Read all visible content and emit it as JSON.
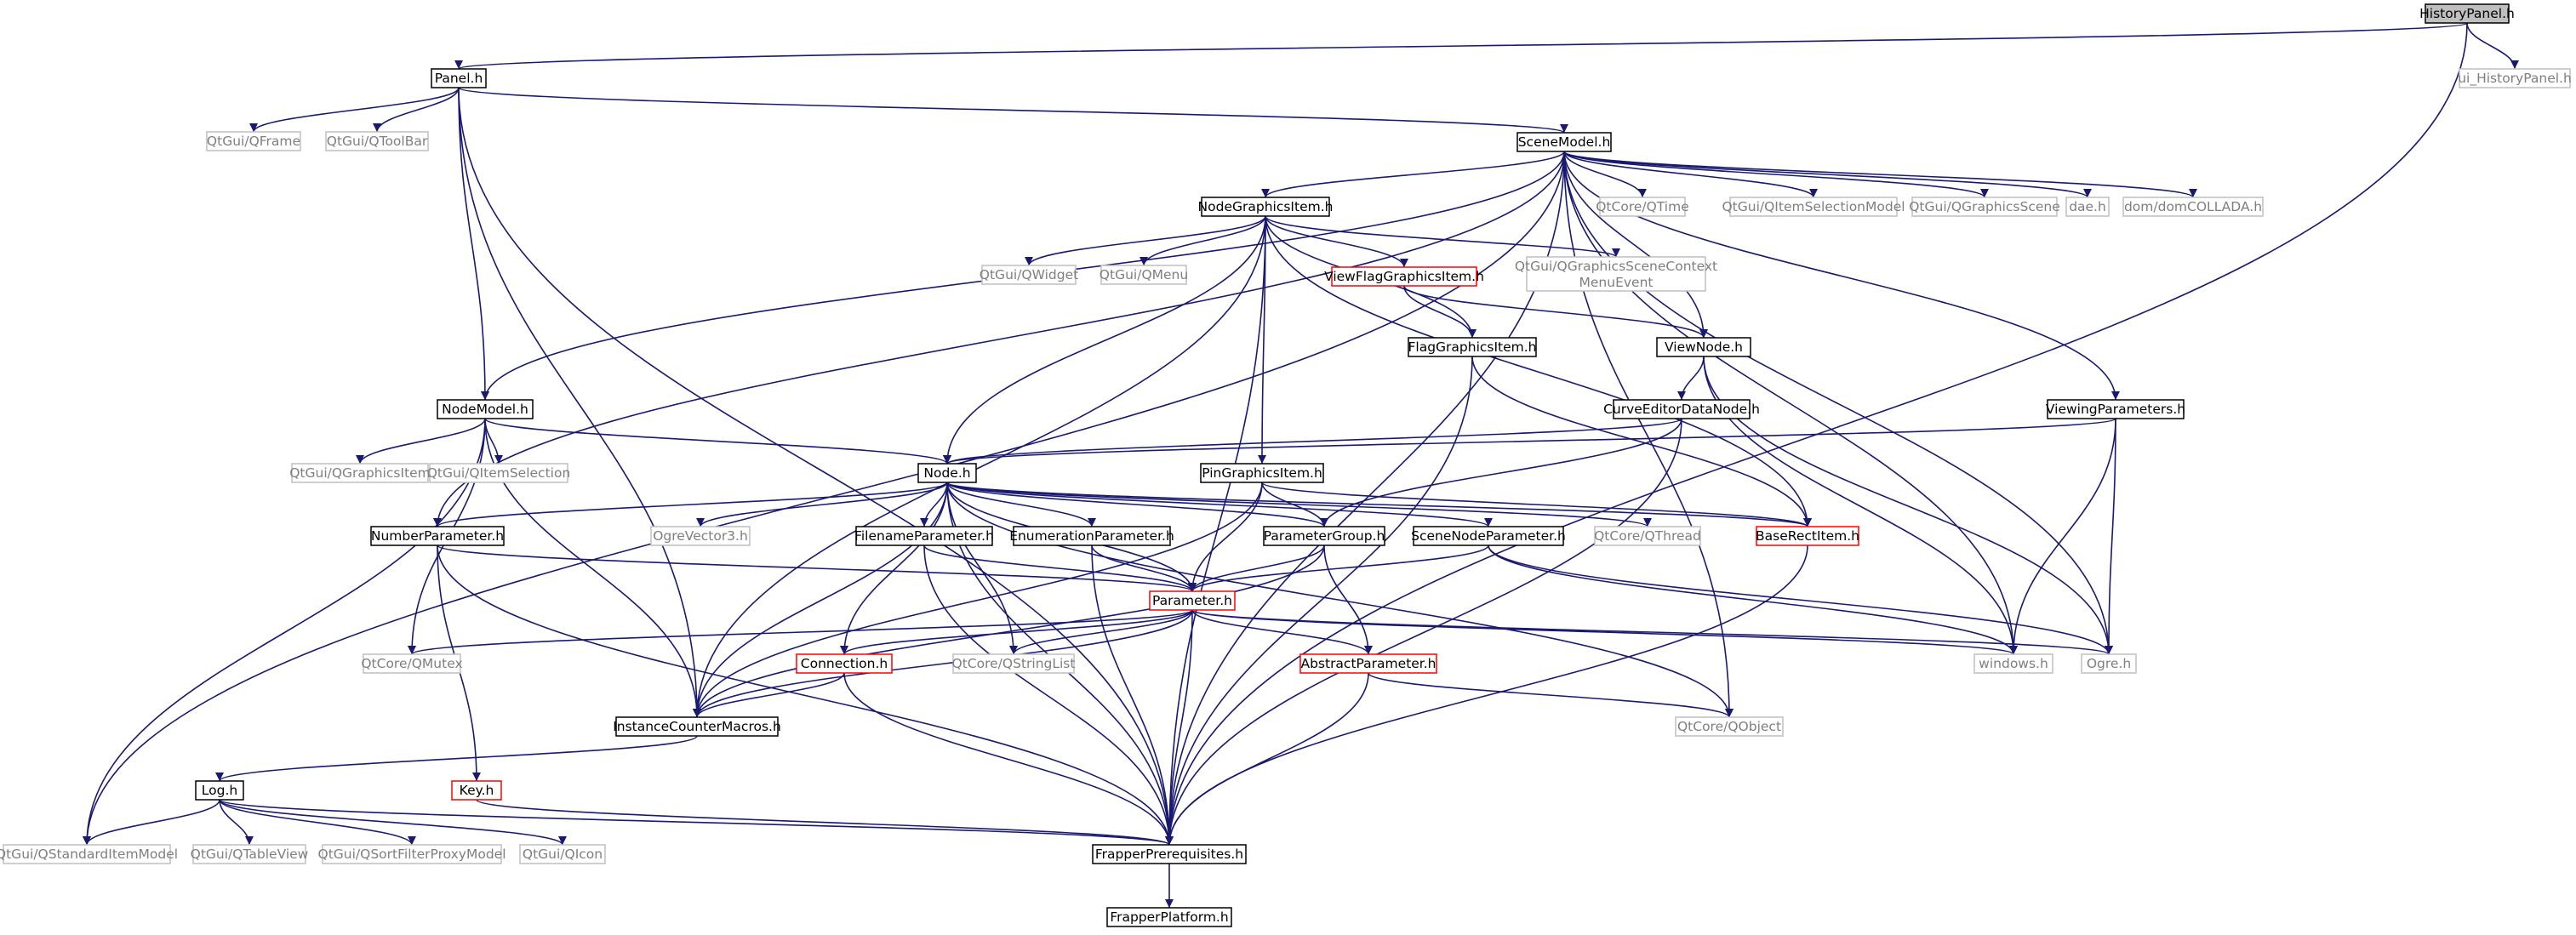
{
  "colors": {
    "edge": "#191970",
    "border_default": "#000000",
    "border_external": "#bfbfbf",
    "border_truncated": "#ff0000",
    "root_fill": "#bfbfbf",
    "text_default": "#000000",
    "text_external": "#7f7f7f"
  },
  "nodes": {
    "historypanel": {
      "label": "HistoryPanel.h",
      "kind": "root"
    },
    "ui_historypanel": {
      "label": "ui_HistoryPanel.h",
      "kind": "external"
    },
    "panel": {
      "label": "Panel.h",
      "kind": "default"
    },
    "qframe": {
      "label": "QtGui/QFrame",
      "kind": "external"
    },
    "qtoolbar": {
      "label": "QtGui/QToolBar",
      "kind": "external"
    },
    "scenemodel": {
      "label": "SceneModel.h",
      "kind": "default"
    },
    "qtime": {
      "label": "QtCore/QTime",
      "kind": "external"
    },
    "qitemselectionmodel": {
      "label": "QtGui/QItemSelectionModel",
      "kind": "external"
    },
    "qgraphicsscene": {
      "label": "QtGui/QGraphicsScene",
      "kind": "external"
    },
    "dae": {
      "label": "dae.h",
      "kind": "external"
    },
    "domcollada": {
      "label": "dom/domCOLLADA.h",
      "kind": "external"
    },
    "nodegraphicsitem": {
      "label": "NodeGraphicsItem.h",
      "kind": "default"
    },
    "qwidget": {
      "label": "QtGui/QWidget",
      "kind": "external"
    },
    "qmenu": {
      "label": "QtGui/QMenu",
      "kind": "external"
    },
    "viewflaggraphicsitem": {
      "label": "ViewFlagGraphicsItem.h",
      "kind": "truncated"
    },
    "qgscme": {
      "label": "QtGui/QGraphicsSceneContext",
      "label2": "MenuEvent",
      "kind": "external"
    },
    "flaggraphicsitem": {
      "label": "FlagGraphicsItem.h",
      "kind": "default"
    },
    "viewnode": {
      "label": "ViewNode.h",
      "kind": "default"
    },
    "curveeditordatanode": {
      "label": "CurveEditorDataNode.h",
      "kind": "default"
    },
    "viewingparameters": {
      "label": "ViewingParameters.h",
      "kind": "default"
    },
    "nodemodel": {
      "label": "NodeModel.h",
      "kind": "default"
    },
    "qgraphicsitem": {
      "label": "QtGui/QGraphicsItem",
      "kind": "external"
    },
    "qitemselection": {
      "label": "QtGui/QItemSelection",
      "kind": "external"
    },
    "node": {
      "label": "Node.h",
      "kind": "default"
    },
    "pingraphicsitem": {
      "label": "PinGraphicsItem.h",
      "kind": "default"
    },
    "numberparameter": {
      "label": "NumberParameter.h",
      "kind": "default"
    },
    "ogrevector3": {
      "label": "OgreVector3.h",
      "kind": "external"
    },
    "filenameparameter": {
      "label": "FilenameParameter.h",
      "kind": "default"
    },
    "enumerationparameter": {
      "label": "EnumerationParameter.h",
      "kind": "default"
    },
    "parametergroup": {
      "label": "ParameterGroup.h",
      "kind": "default"
    },
    "scenenodeparameter": {
      "label": "SceneNodeParameter.h",
      "kind": "default"
    },
    "qthread": {
      "label": "QtCore/QThread",
      "kind": "external"
    },
    "baserectitem": {
      "label": "BaseRectItem.h",
      "kind": "truncated"
    },
    "parameter": {
      "label": "Parameter.h",
      "kind": "truncated"
    },
    "qmutex": {
      "label": "QtCore/QMutex",
      "kind": "external"
    },
    "connection": {
      "label": "Connection.h",
      "kind": "truncated"
    },
    "qstringlist": {
      "label": "QtCore/QStringList",
      "kind": "external"
    },
    "abstractparameter": {
      "label": "AbstractParameter.h",
      "kind": "truncated"
    },
    "windows": {
      "label": "windows.h",
      "kind": "external"
    },
    "ogre": {
      "label": "Ogre.h",
      "kind": "external"
    },
    "instancecountermacros": {
      "label": "InstanceCounterMacros.h",
      "kind": "default"
    },
    "qobject": {
      "label": "QtCore/QObject",
      "kind": "external"
    },
    "log": {
      "label": "Log.h",
      "kind": "default"
    },
    "key": {
      "label": "Key.h",
      "kind": "truncated"
    },
    "qstandarditemmodel": {
      "label": "QtGui/QStandardItemModel",
      "kind": "external"
    },
    "qtableview": {
      "label": "QtGui/QTableView",
      "kind": "external"
    },
    "qsortfilterproxymodel": {
      "label": "QtGui/QSortFilterProxyModel",
      "kind": "external"
    },
    "qicon": {
      "label": "QtGui/QIcon",
      "kind": "external"
    },
    "frapperprerequisites": {
      "label": "FrapperPrerequisites.h",
      "kind": "default"
    },
    "frapperplatform": {
      "label": "FrapperPlatform.h",
      "kind": "default"
    }
  },
  "edges": [
    [
      "historypanel",
      "panel"
    ],
    [
      "historypanel",
      "ui_historypanel"
    ],
    [
      "historypanel",
      "frapperprerequisites"
    ],
    [
      "panel",
      "qframe"
    ],
    [
      "panel",
      "qtoolbar"
    ],
    [
      "panel",
      "scenemodel"
    ],
    [
      "panel",
      "nodemodel"
    ],
    [
      "panel",
      "instancecountermacros"
    ],
    [
      "panel",
      "frapperprerequisites"
    ],
    [
      "scenemodel",
      "nodegraphicsitem"
    ],
    [
      "scenemodel",
      "qtime"
    ],
    [
      "scenemodel",
      "qitemselectionmodel"
    ],
    [
      "scenemodel",
      "qgraphicsscene"
    ],
    [
      "scenemodel",
      "dae"
    ],
    [
      "scenemodel",
      "domcollada"
    ],
    [
      "scenemodel",
      "viewnode"
    ],
    [
      "scenemodel",
      "viewingparameters"
    ],
    [
      "scenemodel",
      "nodemodel"
    ],
    [
      "scenemodel",
      "numberparameter"
    ],
    [
      "scenemodel",
      "qstandarditemmodel"
    ],
    [
      "scenemodel",
      "windows"
    ],
    [
      "scenemodel",
      "ogre"
    ],
    [
      "scenemodel",
      "qobject"
    ],
    [
      "scenemodel",
      "frapperprerequisites"
    ],
    [
      "nodegraphicsitem",
      "qwidget"
    ],
    [
      "nodegraphicsitem",
      "qmenu"
    ],
    [
      "nodegraphicsitem",
      "viewflaggraphicsitem"
    ],
    [
      "nodegraphicsitem",
      "qgscme"
    ],
    [
      "nodegraphicsitem",
      "flaggraphicsitem"
    ],
    [
      "nodegraphicsitem",
      "node"
    ],
    [
      "nodegraphicsitem",
      "pingraphicsitem"
    ],
    [
      "nodegraphicsitem",
      "baserectitem"
    ],
    [
      "nodegraphicsitem",
      "frapperprerequisites"
    ],
    [
      "nodegraphicsitem",
      "instancecountermacros"
    ],
    [
      "viewflaggraphicsitem",
      "flaggraphicsitem"
    ],
    [
      "viewflaggraphicsitem",
      "viewnode"
    ],
    [
      "flaggraphicsitem",
      "baserectitem"
    ],
    [
      "flaggraphicsitem",
      "frapperprerequisites"
    ],
    [
      "viewnode",
      "curveeditordatanode"
    ],
    [
      "viewnode",
      "windows"
    ],
    [
      "viewnode",
      "ogre"
    ],
    [
      "curveeditordatanode",
      "node"
    ],
    [
      "curveeditordatanode",
      "parametergroup"
    ],
    [
      "curveeditordatanode",
      "frapperprerequisites"
    ],
    [
      "viewingparameters",
      "node"
    ],
    [
      "viewingparameters",
      "windows"
    ],
    [
      "viewingparameters",
      "ogre"
    ],
    [
      "nodemodel",
      "qgraphicsitem"
    ],
    [
      "nodemodel",
      "qitemselection"
    ],
    [
      "nodemodel",
      "node"
    ],
    [
      "nodemodel",
      "qmutex"
    ],
    [
      "nodemodel",
      "instancecountermacros"
    ],
    [
      "nodemodel",
      "qstandarditemmodel"
    ],
    [
      "node",
      "numberparameter"
    ],
    [
      "node",
      "ogrevector3"
    ],
    [
      "node",
      "filenameparameter"
    ],
    [
      "node",
      "enumerationparameter"
    ],
    [
      "node",
      "parametergroup"
    ],
    [
      "node",
      "scenenodeparameter"
    ],
    [
      "node",
      "qthread"
    ],
    [
      "node",
      "baserectitem"
    ],
    [
      "node",
      "parameter"
    ],
    [
      "node",
      "connection"
    ],
    [
      "node",
      "qstringlist"
    ],
    [
      "node",
      "instancecountermacros"
    ],
    [
      "node",
      "qobject"
    ],
    [
      "node",
      "frapperprerequisites"
    ],
    [
      "pingraphicsitem",
      "parametergroup"
    ],
    [
      "pingraphicsitem",
      "parameter"
    ],
    [
      "pingraphicsitem",
      "baserectitem"
    ],
    [
      "pingraphicsitem",
      "instancecountermacros"
    ],
    [
      "numberparameter",
      "parameter"
    ],
    [
      "numberparameter",
      "key"
    ],
    [
      "numberparameter",
      "frapperprerequisites"
    ],
    [
      "filenameparameter",
      "parameter"
    ],
    [
      "filenameparameter",
      "frapperprerequisites"
    ],
    [
      "enumerationparameter",
      "parameter"
    ],
    [
      "enumerationparameter",
      "frapperprerequisites"
    ],
    [
      "parametergroup",
      "parameter"
    ],
    [
      "parametergroup",
      "abstractparameter"
    ],
    [
      "parametergroup",
      "instancecountermacros"
    ],
    [
      "scenenodeparameter",
      "parameter"
    ],
    [
      "scenenodeparameter",
      "windows"
    ],
    [
      "scenenodeparameter",
      "ogre"
    ],
    [
      "baserectitem",
      "frapperprerequisites"
    ],
    [
      "parameter",
      "qmutex"
    ],
    [
      "parameter",
      "connection"
    ],
    [
      "parameter",
      "qstringlist"
    ],
    [
      "parameter",
      "abstractparameter"
    ],
    [
      "parameter",
      "windows"
    ],
    [
      "parameter",
      "ogre"
    ],
    [
      "parameter",
      "instancecountermacros"
    ],
    [
      "parameter",
      "frapperprerequisites"
    ],
    [
      "connection",
      "instancecountermacros"
    ],
    [
      "connection",
      "frapperprerequisites"
    ],
    [
      "abstractparameter",
      "qobject"
    ],
    [
      "abstractparameter",
      "frapperprerequisites"
    ],
    [
      "instancecountermacros",
      "log"
    ],
    [
      "log",
      "qstandarditemmodel"
    ],
    [
      "log",
      "qtableview"
    ],
    [
      "log",
      "qsortfilterproxymodel"
    ],
    [
      "log",
      "qicon"
    ],
    [
      "log",
      "frapperprerequisites"
    ],
    [
      "key",
      "frapperprerequisites"
    ],
    [
      "frapperprerequisites",
      "frapperplatform"
    ]
  ]
}
